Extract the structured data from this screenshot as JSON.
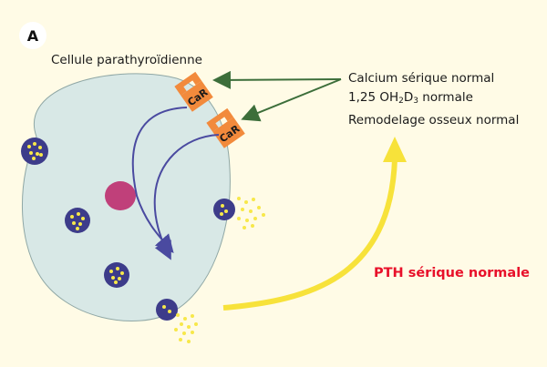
{
  "panel_letter": "A",
  "cell_label": "Cellule parathyroïdienne",
  "receptor_label": "CaR",
  "info": {
    "line1": "Calcium sérique normal",
    "line2_prefix": "1,25 OH",
    "line2_sub1": "2",
    "line2_mid": "D",
    "line2_sub2": "3",
    "line2_suffix": " normale",
    "line3": "Remodelage osseux normal"
  },
  "pth_label": "PTH sérique normale",
  "colors": {
    "background": "#fffbe6",
    "cell": "#d8e8e6",
    "receptor": "#f28a3c",
    "nucleus": "#c0407a",
    "vesicle": "#3d3c8a",
    "granule": "#f7e84a",
    "inner_arrow": "#4a4aa0",
    "signal_arrow": "#3c6e3a",
    "pth_arrow": "#f7e23a",
    "pth_text": "#e8102a"
  }
}
